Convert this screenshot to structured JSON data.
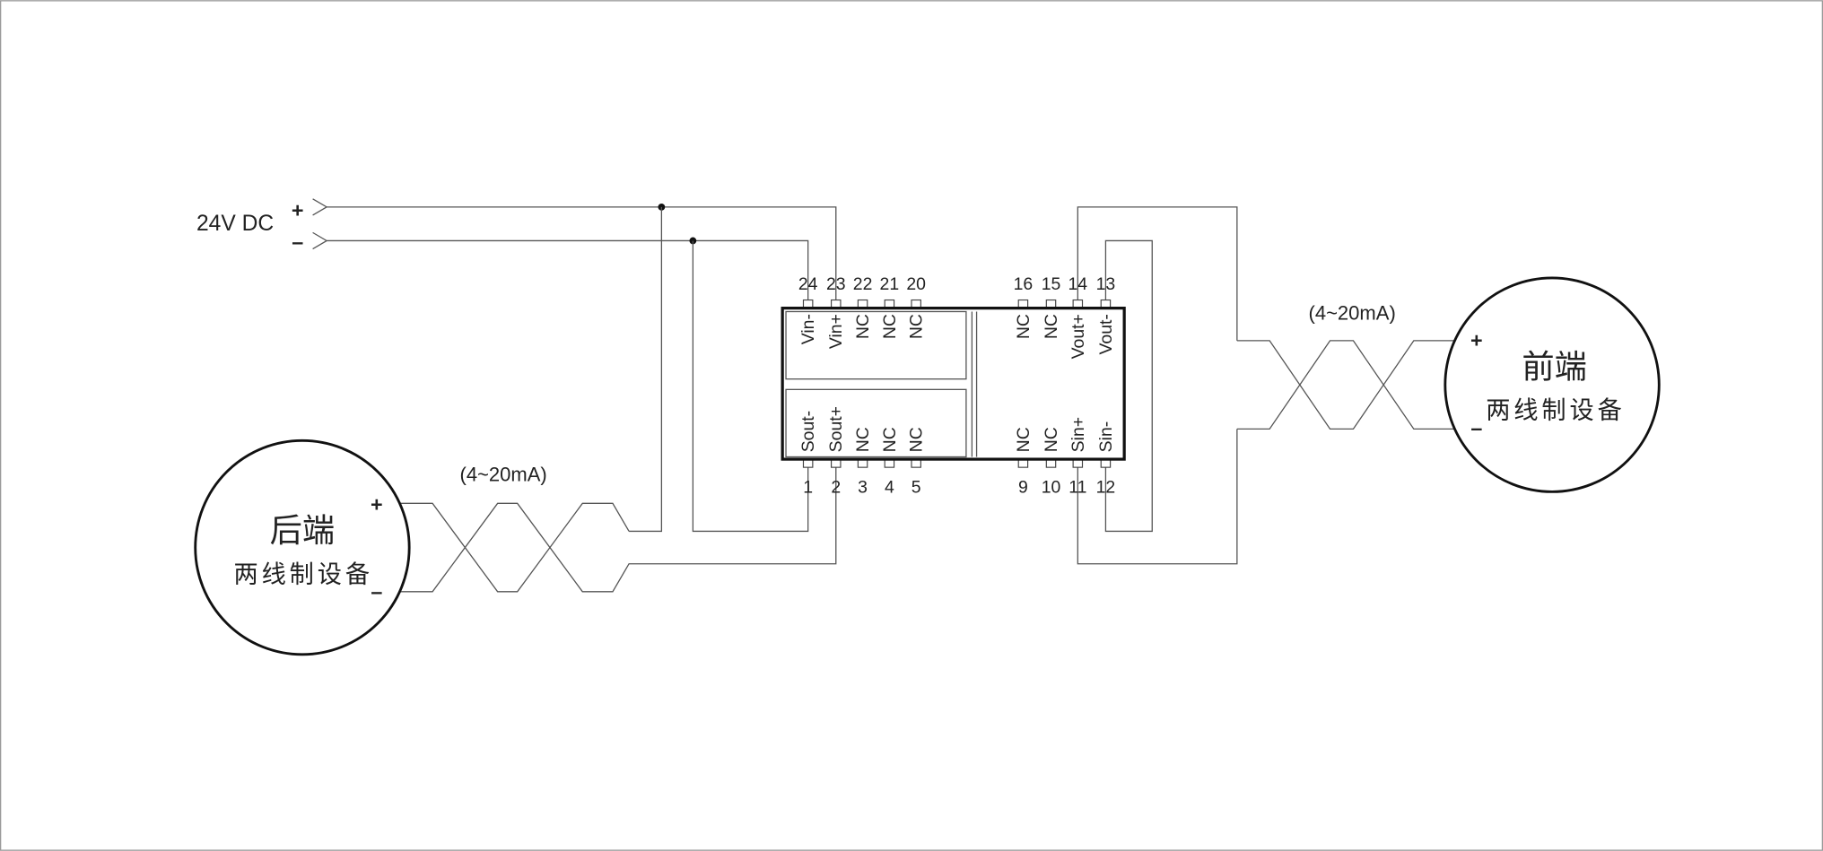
{
  "power": {
    "label": "24V DC",
    "plus": "+",
    "minus": "–"
  },
  "module": {
    "top_left_pins": [
      {
        "number": "24",
        "label": "Vin-"
      },
      {
        "number": "23",
        "label": "Vin+"
      },
      {
        "number": "22",
        "label": "NC"
      },
      {
        "number": "21",
        "label": "NC"
      },
      {
        "number": "20",
        "label": "NC"
      }
    ],
    "top_right_pins": [
      {
        "number": "16",
        "label": "NC"
      },
      {
        "number": "15",
        "label": "NC"
      },
      {
        "number": "14",
        "label": "Vout+"
      },
      {
        "number": "13",
        "label": "Vout-"
      }
    ],
    "bottom_left_pins": [
      {
        "number": "1",
        "label": "Sout-"
      },
      {
        "number": "2",
        "label": "Sout+"
      },
      {
        "number": "3",
        "label": "NC"
      },
      {
        "number": "4",
        "label": "NC"
      },
      {
        "number": "5",
        "label": "NC"
      }
    ],
    "bottom_right_pins": [
      {
        "number": "9",
        "label": "NC"
      },
      {
        "number": "10",
        "label": "NC"
      },
      {
        "number": "11",
        "label": "Sin+"
      },
      {
        "number": "12",
        "label": "Sin-"
      }
    ]
  },
  "loop_labels": {
    "left": "(4~20mA)",
    "right": "(4~20mA)"
  },
  "devices": {
    "left_device": {
      "title": "后端",
      "subtitle": "两线制设备",
      "plus": "+",
      "minus": "–"
    },
    "right_device": {
      "title": "前端",
      "subtitle": "两线制设备",
      "plus": "+",
      "minus": "–"
    }
  },
  "colors": {
    "wire": "#555555",
    "outline": "#111111",
    "text": "#222222"
  }
}
